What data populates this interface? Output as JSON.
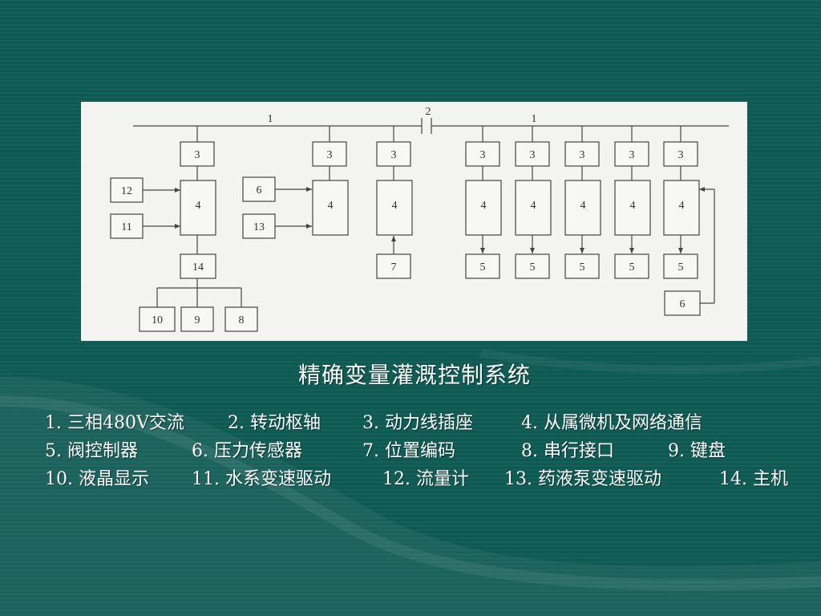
{
  "diagram": {
    "bus_labels": [
      "1",
      "2",
      "1"
    ],
    "boxes": {
      "socket": "3",
      "micro": "4",
      "valve": "5",
      "pressure": "6",
      "position": "7",
      "serial": "8",
      "keyboard": "9",
      "lcd": "10",
      "water_pump": "11",
      "flowmeter": "12",
      "chem_pump": "13",
      "host": "14"
    }
  },
  "caption": "精确变量灌溉控制系统",
  "legend": [
    [
      "1. 三相480V交流",
      "2. 转动枢轴",
      "3. 动力线插座",
      "4. 从属微机及网络通信"
    ],
    [
      "5. 阀控制器",
      "6. 压力传感器",
      "7. 位置编码",
      "8. 串行接口",
      "9. 键盘"
    ],
    [
      "10. 液晶显示",
      "11. 水系变速驱动",
      "12. 流量计",
      "13. 药液泵变速驱动",
      "14. 主机"
    ]
  ],
  "colors": {
    "background": "#0e5a53",
    "figure_background": "#f3f3f1",
    "text": "#ffffff"
  }
}
